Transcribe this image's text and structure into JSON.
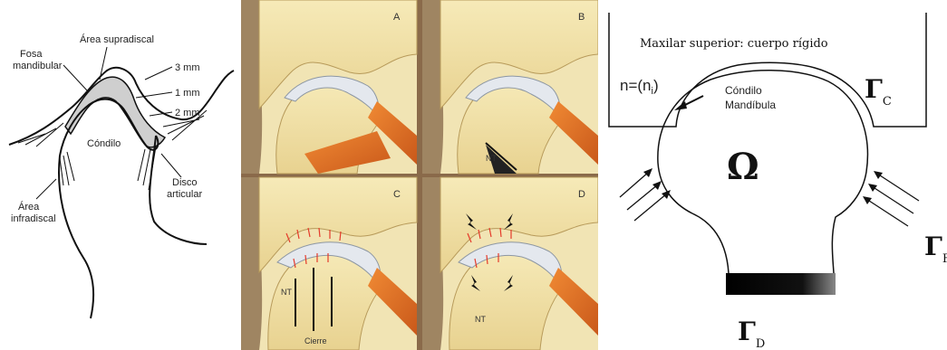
{
  "left_diagram": {
    "labels": {
      "area_supradiscal": "Área supradiscal",
      "fosa_line1": "Fosa",
      "fosa_line2": "mandibular",
      "mm3": "3 mm",
      "mm1": "1 mm",
      "mm2": "2 mm",
      "condilo": "Cóndilo",
      "disco_line1": "Disco",
      "disco_line2": "articular",
      "infra_line1": "Área",
      "infra_line2": "infradiscal"
    }
  },
  "middle_illustration": {
    "panels": [
      {
        "letter": "A"
      },
      {
        "letter": "B",
        "annotation": "NT"
      },
      {
        "letter": "C",
        "annotation": "NT",
        "caption": "Cierre"
      },
      {
        "letter": "D",
        "annotation": "NT"
      }
    ],
    "colors": {
      "bone": "#f3e2a6",
      "muscle": "#e9782a",
      "disc": "#dfe4ea",
      "force_arrows": "#e53a2a"
    }
  },
  "right_diagram": {
    "box_title": "Maxilar superior: cuerpo rígido",
    "normal": {
      "prefix": "n=(n",
      "sub": "i",
      "suffix": ")"
    },
    "condyle_line1": "Cóndilo",
    "condyle_line2": "Mandíbula",
    "omega": "Ω",
    "gamma": "Γ",
    "gamma_c_sub": "C",
    "gamma_f_sub": "F",
    "gamma_d_sub": "D"
  }
}
